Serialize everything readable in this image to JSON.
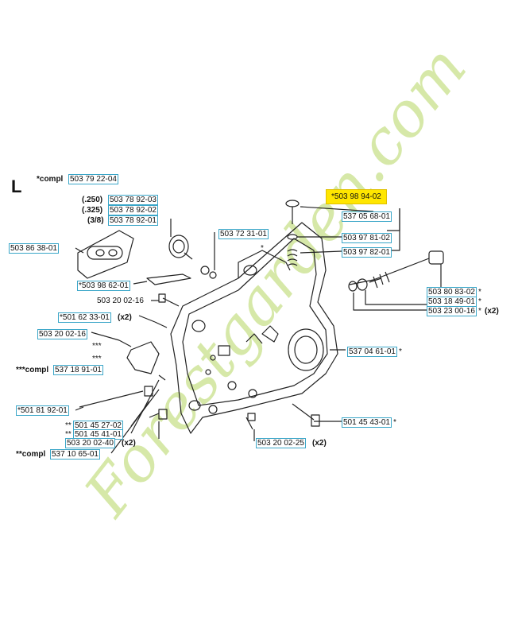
{
  "section_letter": "L",
  "compl_top": {
    "prefix": "*compl",
    "part": "503 79 22-04"
  },
  "labels": {
    "p250": "(.250)",
    "p325": "(.325)",
    "p38": "(3/8)",
    "code_503_20_02_16": "503 20 02-16",
    "x2a": "(x2)",
    "x2b": "(x2)",
    "x2c": "(x2)",
    "x2d": "(x2)",
    "stars3a": "***",
    "stars3b": "***",
    "compl3": "***compl",
    "compl2": "**compl",
    "star": "*"
  },
  "parts": {
    "p_503_98_94_02": "*503 98 94-02",
    "p_537_05_68_01": "537 05 68-01",
    "p_503_97_81_02": "503 97 81-02",
    "p_503_97_82_01": "503 97 82-01",
    "p_503_78_92_03": "503 78 92-03",
    "p_503_78_92_02": "503 78 92-02",
    "p_503_78_92_01": "503 78 92-01",
    "p_503_86_38_01": "503 86 38-01",
    "p_503_72_31_01": "503 72 31-01",
    "p_503_98_62_01": "*503 98 62-01",
    "p_501_62_33_01": "*501 62 33-01",
    "p_503_20_02_16b": "503 20 02-16",
    "p_537_18_91_01": "537 18 91-01",
    "p_501_81_92_01": "*501 81 92-01",
    "p_501_45_27_02": "501 45 27-02",
    "p_501_45_41_01": "501 45 41-01",
    "p_503_20_02_40": "503 20 02-40",
    "p_537_10_65_01": "537 10 65-01",
    "p_503_80_83_02": "503 80 83-02",
    "p_503_18_49_01": "503 18 49-01",
    "p_503_23_00_16": "503 23 00-16",
    "p_537_04_61_01": "537 04 61-01",
    "p_501_45_43_01": "501 45 43-01",
    "p_503_20_02_25": "503 20 02-25"
  },
  "suffixes": {
    "s_503_80_83_02": "*",
    "s_503_18_49_01": "*",
    "s_503_23_00_16": "*",
    "s_537_04_61_01": "*",
    "s_501_45_43_01": "*",
    "pre_501_81_92_01": "*",
    "pre_501_45_27_02": "**",
    "pre_501_45_41_01": "**"
  },
  "watermark": {
    "text": "Forestgarden.com",
    "color": "#c6e08a"
  },
  "colors": {
    "link_border": "#3aa6c8",
    "highlight": "#ffe600"
  }
}
